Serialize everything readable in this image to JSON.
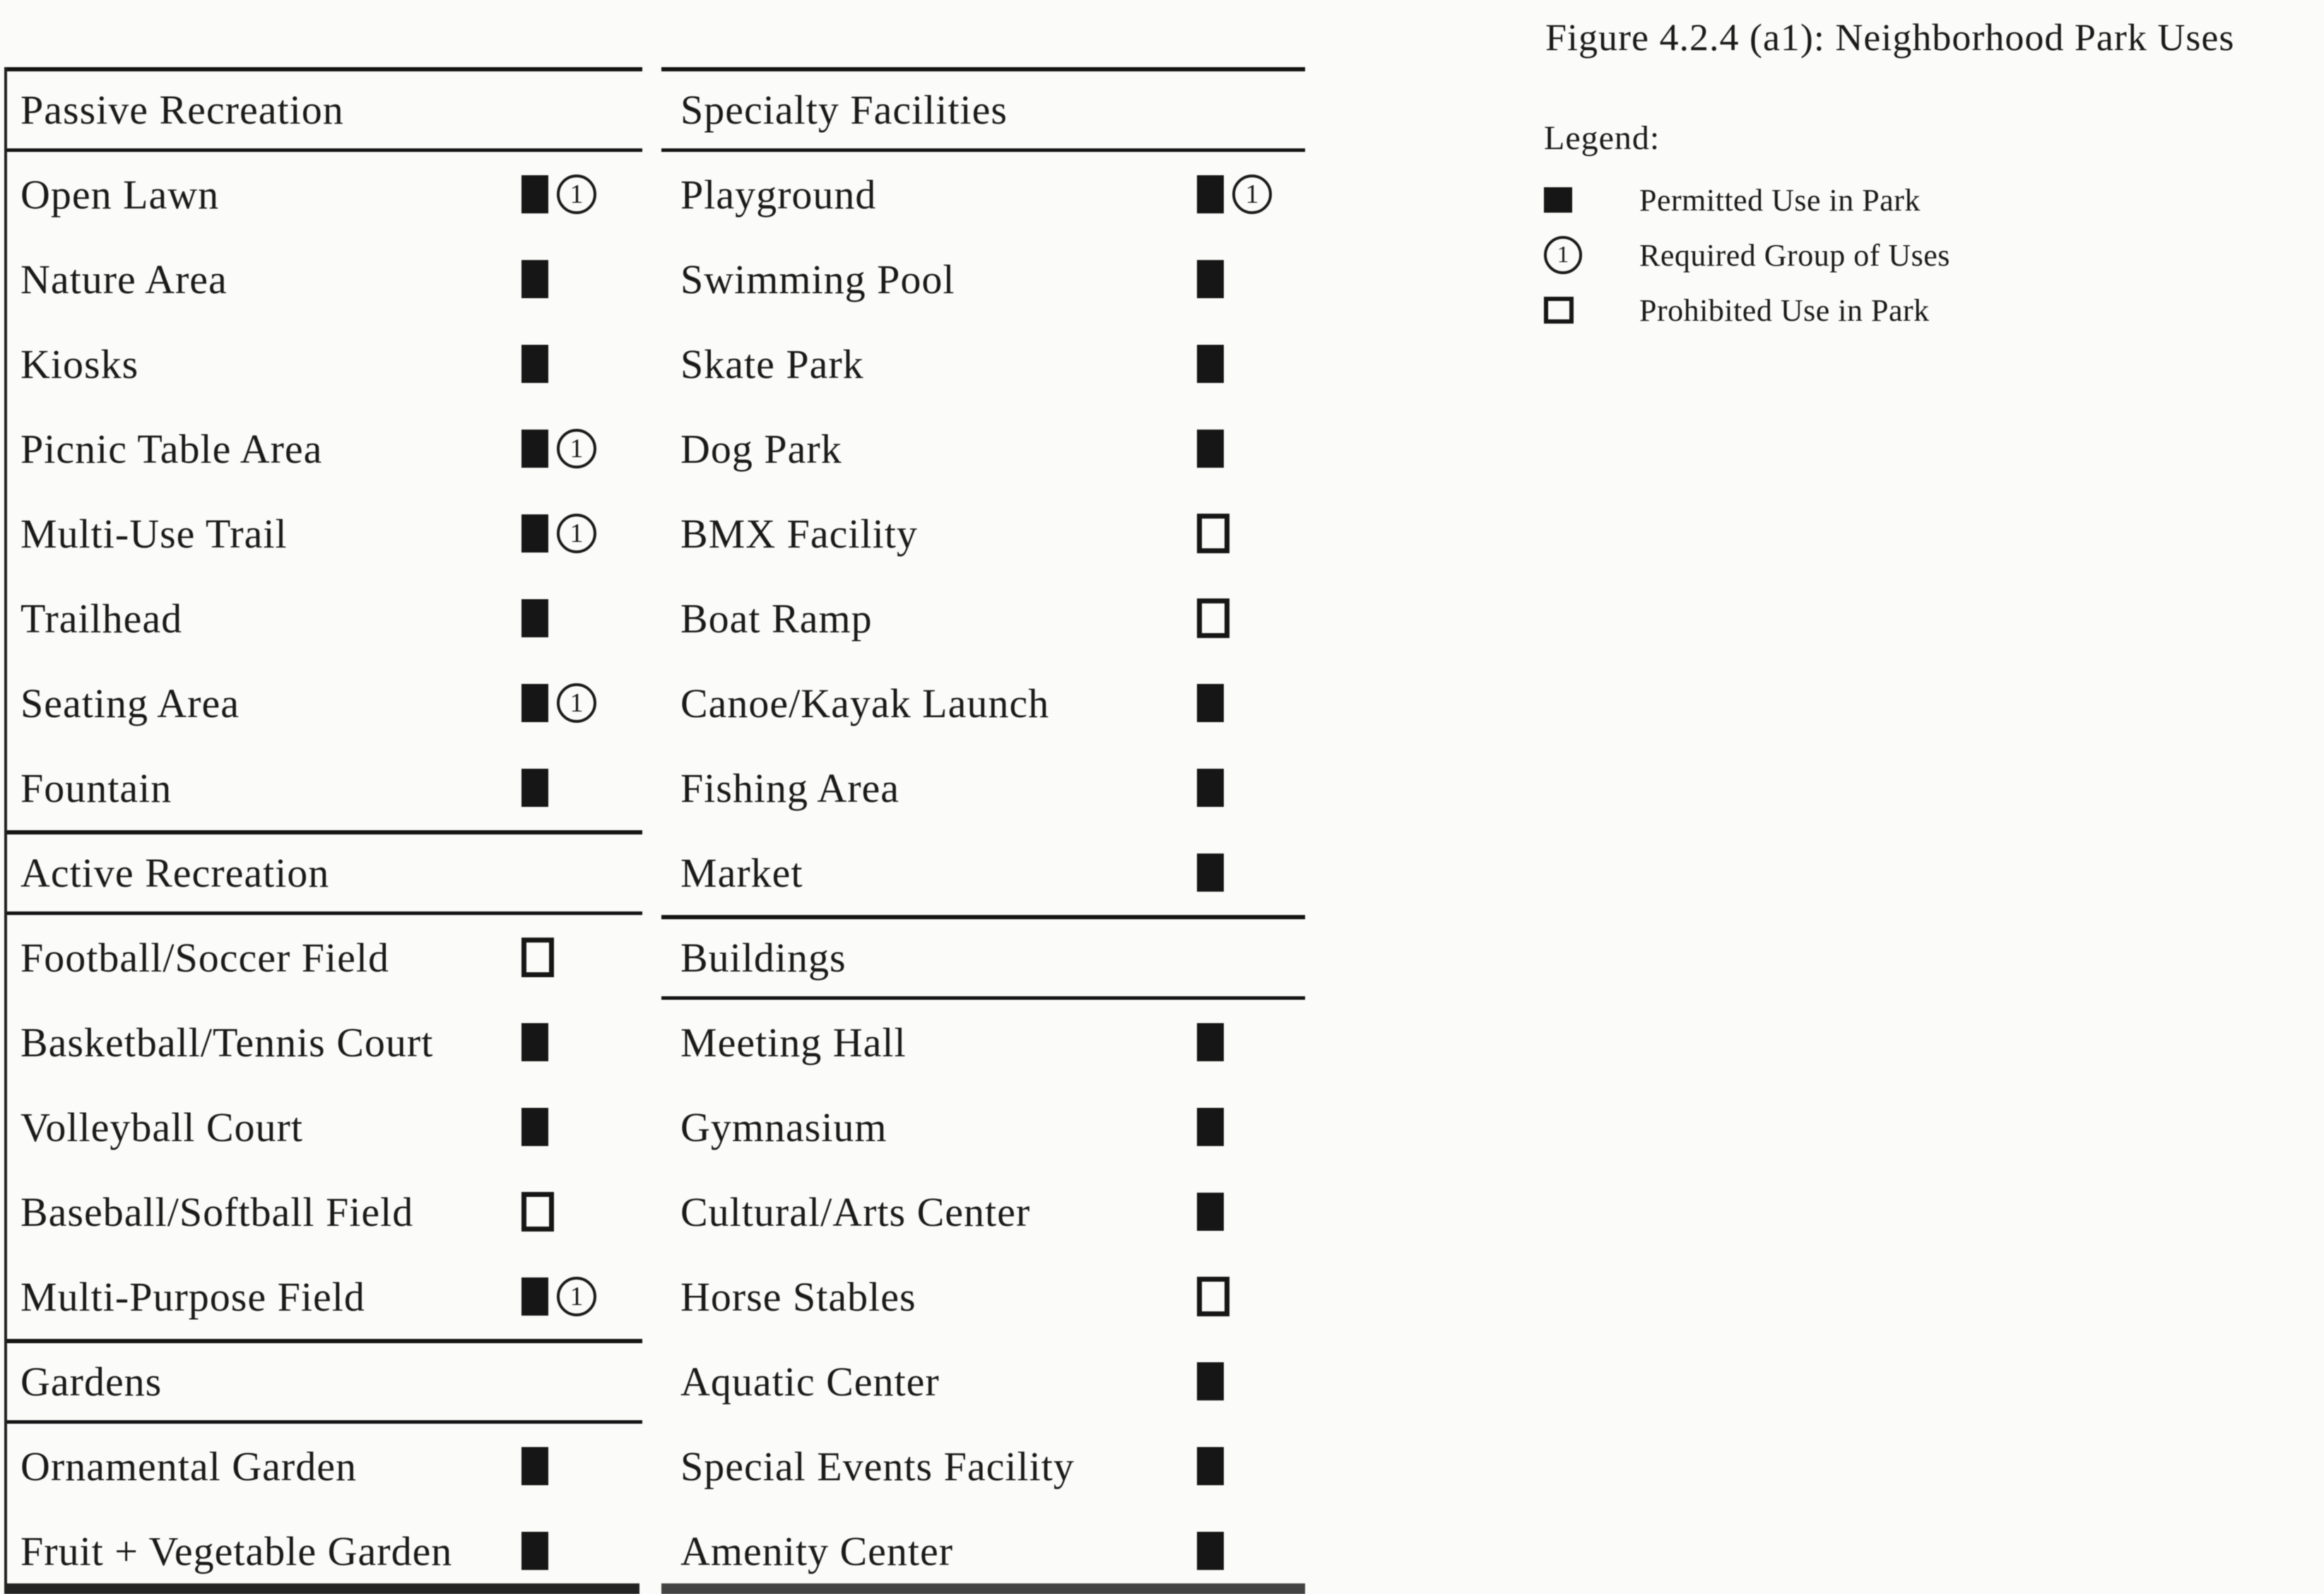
{
  "figure": {
    "title": "Figure 4.2.4 (a1): Neighborhood Park Uses",
    "legend_label": "Legend:",
    "legend": [
      {
        "symbol": "permitted",
        "label": "Permitted Use in Park"
      },
      {
        "symbol": "group",
        "label": "Required Group of Uses"
      },
      {
        "symbol": "prohibited",
        "label": "Prohibited Use in Park"
      }
    ]
  },
  "tables": [
    {
      "name": "left",
      "sections": [
        {
          "header": "Passive Recreation",
          "rows": [
            {
              "label": "Open Lawn",
              "symbol": "permitted-group"
            },
            {
              "label": "Nature Area",
              "symbol": "permitted"
            },
            {
              "label": "Kiosks",
              "symbol": "permitted"
            },
            {
              "label": "Picnic Table Area",
              "symbol": "permitted-group"
            },
            {
              "label": "Multi-Use Trail",
              "symbol": "permitted-group"
            },
            {
              "label": "Trailhead",
              "symbol": "permitted"
            },
            {
              "label": "Seating Area",
              "symbol": "permitted-group"
            },
            {
              "label": "Fountain",
              "symbol": "permitted"
            }
          ]
        },
        {
          "header": "Active Recreation",
          "rows": [
            {
              "label": "Football/Soccer Field",
              "symbol": "prohibited"
            },
            {
              "label": "Basketball/Tennis Court",
              "symbol": "permitted"
            },
            {
              "label": "Volleyball Court",
              "symbol": "permitted"
            },
            {
              "label": "Baseball/Softball Field",
              "symbol": "prohibited"
            },
            {
              "label": "Multi-Purpose Field",
              "symbol": "permitted-group"
            }
          ]
        },
        {
          "header": "Gardens",
          "rows": [
            {
              "label": "Ornamental Garden",
              "symbol": "permitted"
            },
            {
              "label": "Fruit + Vegetable Garden",
              "symbol": "permitted"
            }
          ]
        }
      ]
    },
    {
      "name": "middle",
      "sections": [
        {
          "header": "Specialty Facilities",
          "rows": [
            {
              "label": "Playground",
              "symbol": "permitted-group"
            },
            {
              "label": "Swimming Pool",
              "symbol": "permitted"
            },
            {
              "label": "Skate Park",
              "symbol": "permitted"
            },
            {
              "label": "Dog Park",
              "symbol": "permitted"
            },
            {
              "label": "BMX Facility",
              "symbol": "prohibited"
            },
            {
              "label": "Boat Ramp",
              "symbol": "prohibited"
            },
            {
              "label": "Canoe/Kayak Launch",
              "symbol": "permitted"
            },
            {
              "label": "Fishing Area",
              "symbol": "permitted"
            },
            {
              "label": "Market",
              "symbol": "permitted"
            }
          ]
        },
        {
          "header": "Buildings",
          "rows": [
            {
              "label": "Meeting Hall",
              "symbol": "permitted"
            },
            {
              "label": "Gymnasium",
              "symbol": "permitted"
            },
            {
              "label": "Cultural/Arts Center",
              "symbol": "permitted"
            },
            {
              "label": "Horse Stables",
              "symbol": "prohibited"
            },
            {
              "label": "Aquatic Center",
              "symbol": "permitted"
            },
            {
              "label": "Special Events Facility",
              "symbol": "permitted"
            },
            {
              "label": "Amenity Center",
              "symbol": "permitted"
            }
          ]
        }
      ]
    }
  ]
}
